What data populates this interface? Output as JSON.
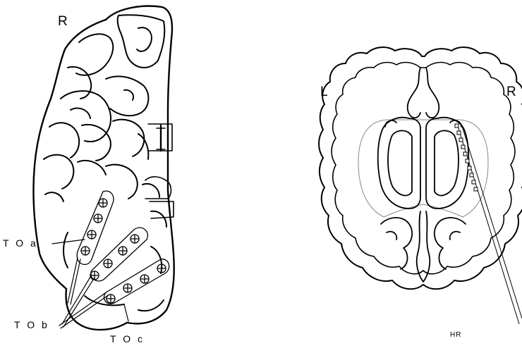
{
  "left_panel": {
    "side_label": "R",
    "strips": [
      {
        "label": "T O a"
      },
      {
        "label": "T O b"
      },
      {
        "label": "T O c"
      }
    ]
  },
  "right_panel": {
    "left_label": "L",
    "right_label": "R",
    "electrode_label": "HR"
  }
}
